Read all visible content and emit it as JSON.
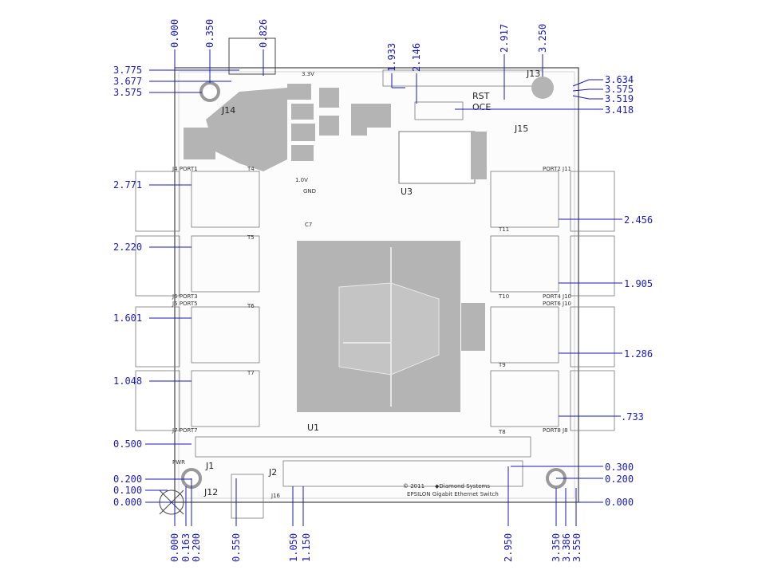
{
  "colors": {
    "dimension": "#1a1ab8",
    "copper": "#b4b4b4",
    "silkscreen": "#333333",
    "board_outline": "#444444",
    "background": "#ffffff"
  },
  "dimensions": {
    "top": [
      "0.000",
      "0.350",
      "0.826",
      "1.933",
      "2.146",
      "2.917",
      "3.250"
    ],
    "left": [
      "3.775",
      "3.677",
      "3.575",
      "2.771",
      "2.220",
      "1.601",
      "1.048",
      "0.500",
      "0.200",
      "0.100",
      "0.000"
    ],
    "right": [
      "3.634",
      "3.575",
      "3.519",
      "3.418",
      "2.456",
      "1.905",
      "1.286",
      ".733",
      "0.300",
      "0.200",
      "0.000"
    ],
    "bottom": [
      "0.000",
      "0.163",
      "0.200",
      "0.550",
      "1.050",
      "1.150",
      "2.950",
      "3.350",
      "3.386",
      "3.550"
    ]
  },
  "labels": {
    "connectors": [
      "J1",
      "J2",
      "J12",
      "J13",
      "J14",
      "J15",
      "J16",
      "U3",
      "U1"
    ],
    "ports": [
      "J4 PORT1",
      "PORT2 J11",
      "J6 PORT3",
      "PORT4 J10",
      "J5 PORT5",
      "PORT6 J10",
      "J7 PORT7",
      "PORT8 J8"
    ],
    "transformers": [
      "T4",
      "T5",
      "T6",
      "T7",
      "T11",
      "T10",
      "T9",
      "T8"
    ],
    "misc": [
      "RST",
      "OCE",
      "GND",
      "PWR",
      "3.3V",
      "1.0V",
      "C7"
    ]
  },
  "footer": {
    "copyright": "© 2011",
    "company": "◆Diamond Systems",
    "product": "EPSILON Gigabit Ethernet Switch"
  }
}
